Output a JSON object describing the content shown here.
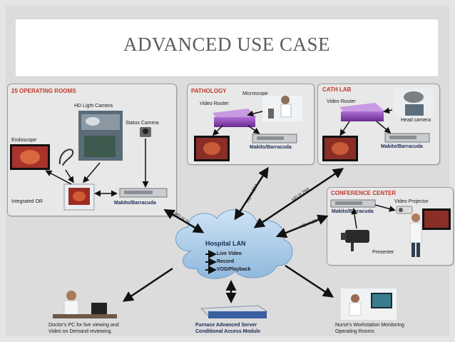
{
  "slide_title": "ADVANCED USE CASE",
  "operating_rooms": {
    "title": "25 OPERATING ROOMS",
    "hd_light_camera": "HD Light Camera",
    "status_camera": "Status Camera",
    "endoscope": "Endoscope",
    "integrated_or": "Integrated OR",
    "makito": "Makito/Barracuda"
  },
  "pathology": {
    "title": "PATHOLOGY",
    "microscope": "Microscope",
    "video_router": "Video Router",
    "makito": "Makito/Barracuda"
  },
  "cath_lab": {
    "title": "CATH LAB",
    "video_router": "Video Router",
    "head_camera": "Head camera",
    "makito": "Makito/Barracuda"
  },
  "conference_center": {
    "title": "CONFERENCE CENTER",
    "makito": "Makito/Barracuda",
    "video_projector": "Video Projector",
    "presenter": "Presenter"
  },
  "hospital_lan": {
    "title": "Hospital LAN",
    "items": [
      "Live Video",
      "Record",
      "VOD/Playback"
    ]
  },
  "links": {
    "or": "HD H.264",
    "pathology": "HD H.264",
    "cath_lab": "HD H.264",
    "conference": "HD H.264"
  },
  "doctor_pc": {
    "line1": "Doctor's PC for live viewing and",
    "line2": "Video on Demand reviewing."
  },
  "furnace": {
    "line1": "Furnace Advanced Server",
    "line2": "Conditional Access Module"
  },
  "nurse": {
    "line1": "Nurse's Workstation Monitoring",
    "line2": "Operating Rooms"
  },
  "colors": {
    "panel_title": "#c0392b",
    "label_blue": "#1a2a55",
    "cloud": "#9fc4e4",
    "router": "#8a3fb0",
    "slide_title": "#5b5b5b"
  }
}
